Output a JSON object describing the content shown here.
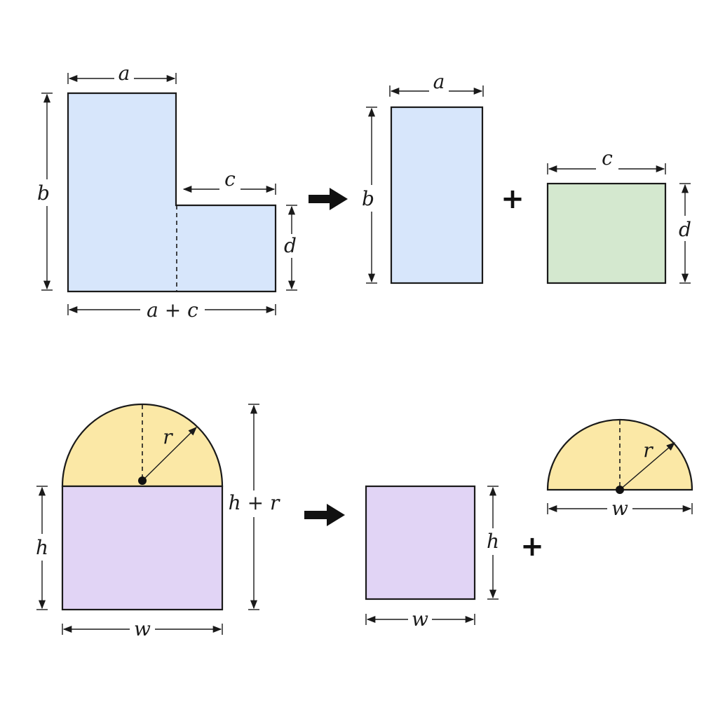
{
  "colors": {
    "blue_fill": "#d7e6fb",
    "green_fill": "#d4e8cf",
    "yellow_fill": "#fbe8a6",
    "purple_fill": "#e1d4f5",
    "stroke": "#1a1a1a"
  },
  "top_example": {
    "composite": {
      "width_top": "a",
      "height_left": "b",
      "notch_width": "c",
      "notch_height": "d",
      "total_width": "a + c"
    },
    "rect_1": {
      "width": "a",
      "height": "b"
    },
    "rect_2": {
      "width": "c",
      "height": "d"
    },
    "arrow_icon": "right-arrow-icon",
    "plus": "+"
  },
  "bottom_example": {
    "composite": {
      "radius": "r",
      "height": "h",
      "total_height": "h + r",
      "width": "w"
    },
    "rect": {
      "height": "h",
      "width": "w"
    },
    "semicircle": {
      "radius": "r",
      "width": "w"
    },
    "arrow_icon": "right-arrow-icon",
    "plus": "+"
  }
}
